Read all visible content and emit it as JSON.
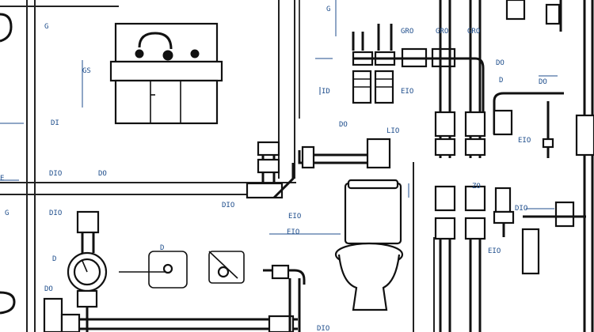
{
  "labels": {
    "d1": "G",
    "d2": "G",
    "d3": "GS",
    "d4": "GRO",
    "d5": "GRO",
    "d6": "GRO",
    "d7": "DO",
    "d8": "DO",
    "d9": "ID",
    "d10": "EIO",
    "d11": "D",
    "d12": "DI",
    "d13": "DO",
    "d14": "LIO",
    "d15": "EIO",
    "d16": "DIO",
    "d17": "DO",
    "d18": "E",
    "d19": "DIO",
    "d20": "ZO",
    "d21": "EIO",
    "d22": "EIO",
    "d23": "DIO",
    "d24": "EIO",
    "d25": "G",
    "d26": "DIO",
    "d27": "D",
    "d28": "DO",
    "d29": "D",
    "d30": "DIO"
  },
  "colors": {
    "ink": "#111111",
    "dimension": "#1f4e8c",
    "paper": "#ffffff"
  }
}
